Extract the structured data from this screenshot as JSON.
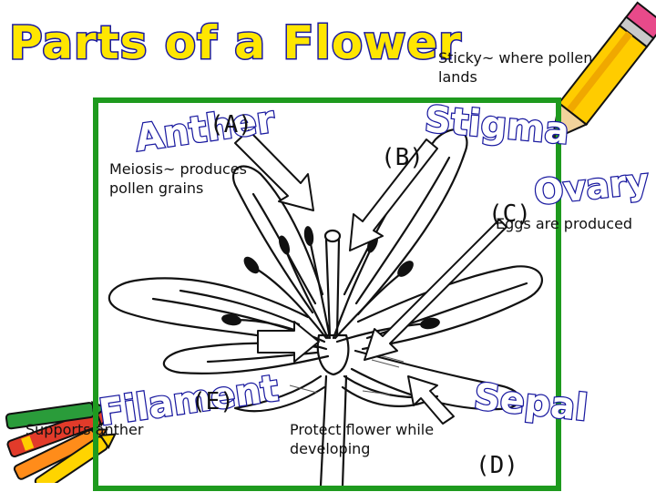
{
  "title": "Parts of a Flower",
  "labels": {
    "anther": "Anther",
    "stigma": "Stigma",
    "ovary": "Ovary",
    "filament": "Filament",
    "sepal": "Sepal"
  },
  "letters": {
    "a": "(A)",
    "b": "(B)",
    "c": "(C)",
    "d": "(D)",
    "e": "(E)"
  },
  "notes": {
    "stigma": "Sticky~ where pollen lands",
    "anther": "Meiosis~ produces pollen grains",
    "ovary": "Eggs are produced",
    "filament": "Supports anther",
    "sepal": "Protect flower while developing"
  },
  "colors": {
    "title_fill": "#ffe600",
    "title_outline": "#1a1aa0",
    "frame": "#1e9a1e",
    "label_outline": "#1a1aa0"
  },
  "icons": [
    "pencil-icon",
    "crayons-icon",
    "flower-drawing"
  ]
}
